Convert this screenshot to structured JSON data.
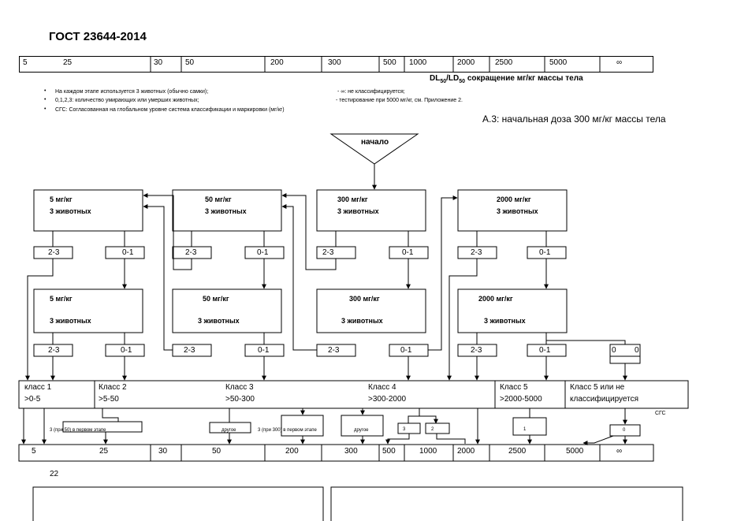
{
  "header": {
    "title": "ГОСТ 23644-2014"
  },
  "scale_top": [
    "5",
    "25",
    "30",
    "50",
    "200",
    "300",
    "500",
    "1000",
    "2000",
    "2500",
    "5000",
    "∞"
  ],
  "scale_bottom": [
    "5",
    "25",
    "30",
    "50",
    "200",
    "300",
    "500",
    "1000",
    "2000",
    "2500",
    "5000",
    "∞"
  ],
  "axis_label": {
    "main": "DL",
    "sub1": "50",
    "slash": "/LD",
    "sub2": "50",
    "rest": " сокращение мг/кг массы тела"
  },
  "notes_left": [
    "На каждом этапе используется 3 животных (обычно самки);",
    "0,1,2,3: количество умирающих или умерших животных;",
    "СГС: Согласованная на глобальном уровне система классификации и маркировки (мг/кг)"
  ],
  "notes_right": [
    "- ∞: не классифицируется;",
    "- тестирование при 5000 мг/кг, см. Приложение 2."
  ],
  "subtitle": "А.3: начальная доза 300 мг/кг массы тела",
  "start": "начало",
  "dose_boxes_row1": [
    {
      "dose": "5 мг/кг",
      "animals": "3 животных"
    },
    {
      "dose": "50 мг/кг",
      "animals": "3 животных"
    },
    {
      "dose": "300 мг/кг",
      "animals": "3 животных"
    },
    {
      "dose": "2000 мг/кг",
      "animals": "3 животных"
    }
  ],
  "dose_boxes_row2": [
    {
      "dose": "5 мг/кг",
      "animals": "3 животных"
    },
    {
      "dose": "50 мг/кг",
      "animals": "3 животных"
    },
    {
      "dose": "300 мг/кг",
      "animals": "3 животных"
    },
    {
      "dose": "2000 мг/кг",
      "animals": "3 животных"
    }
  ],
  "outcome_high": "2-3",
  "outcome_low": "0-1",
  "zero_label": "0",
  "classes": [
    {
      "name": "класс 1",
      "range": ">0-5"
    },
    {
      "name": "Класс 2",
      "range": ">5-50"
    },
    {
      "name": "Класс 3",
      "range": ">50-300"
    },
    {
      "name": "Класс 4",
      "range": ">300-2000"
    },
    {
      "name": "Класс 5",
      "range": ">2000-5000"
    },
    {
      "name": "Класс 5 или не",
      "range": "классифицируется"
    }
  ],
  "ghs": "СГС",
  "small_boxes": {
    "first_stage_50": "3 (при 50) в первом этапе",
    "other": "другое",
    "first_stage_300": "3 (при 300) в первом этапе",
    "other2": "другое",
    "three": "3",
    "two": "2",
    "one": "1",
    "zero": "0"
  },
  "page_number": "22"
}
